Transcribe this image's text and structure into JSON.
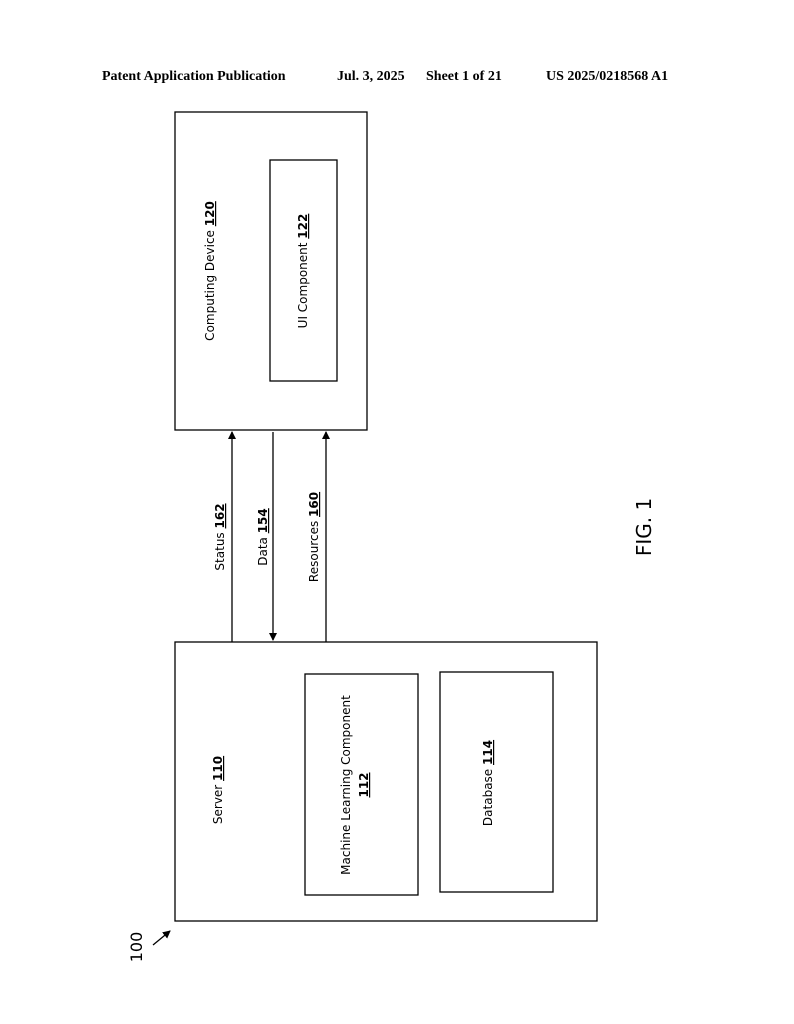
{
  "header": {
    "publication": "Patent Application Publication",
    "date": "Jul. 3, 2025",
    "sheet": "Sheet 1 of 21",
    "pub_number": "US 2025/0218568 A1"
  },
  "figure": {
    "label": "FIG. 1",
    "ref_system": "100",
    "computing_device": {
      "label": "Computing Device ",
      "num": "120"
    },
    "ui_component": {
      "label": "UI Component ",
      "num": "122"
    },
    "server": {
      "label": "Server ",
      "num": "110"
    },
    "ml_component": {
      "label": "Machine Learning Component",
      "num": "112"
    },
    "database": {
      "label": "Database ",
      "num": "114"
    },
    "status": {
      "label": "Status ",
      "num": "162"
    },
    "data": {
      "label": "Data ",
      "num": "154"
    },
    "resources": {
      "label": "Resources ",
      "num": "160"
    }
  }
}
